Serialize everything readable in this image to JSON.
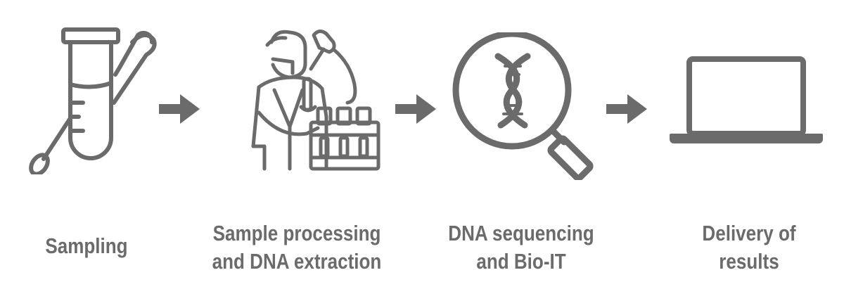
{
  "steps": [
    {
      "id": "sampling",
      "icon": "test-tube-swab-icon",
      "lines": [
        "Sampling"
      ]
    },
    {
      "id": "processing",
      "icon": "lab-scientist-icon",
      "lines": [
        "Sample processing",
        "and DNA extraction"
      ]
    },
    {
      "id": "sequencing",
      "icon": "dna-magnifier-icon",
      "lines": [
        "DNA sequencing",
        "and Bio-IT"
      ]
    },
    {
      "id": "delivery",
      "icon": "laptop-icon",
      "lines": [
        "Delivery of",
        "results"
      ]
    }
  ],
  "colors": {
    "icon": "#6b6b6b",
    "text": "#6b6b6b",
    "background": "#ffffff"
  }
}
